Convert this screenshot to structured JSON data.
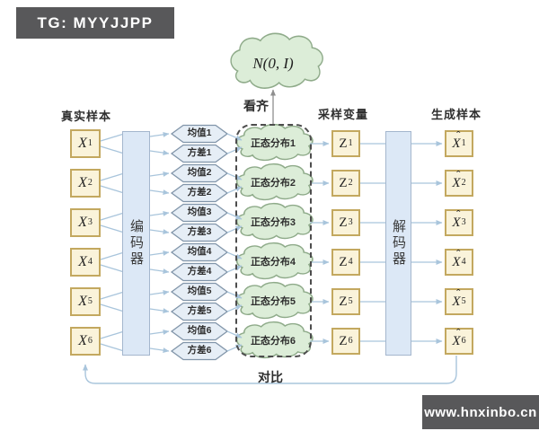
{
  "badges": {
    "top_left": "TG: MYYJJPP",
    "bottom_right": "www.hnxinbo.cn"
  },
  "headers": {
    "real_samples": "真实样本",
    "sampled_variables": "采样变量",
    "generated_samples": "生成样本"
  },
  "prior_cloud": {
    "label": "N(0, I)"
  },
  "annotations": {
    "align": "看齐",
    "compare": "对比"
  },
  "encoder": {
    "label": "编码器"
  },
  "decoder": {
    "label": "解码器"
  },
  "symbols": {
    "input_base": "X",
    "latent_base": "Z",
    "output_base": "X",
    "hat": "ˆ"
  },
  "rows": [
    {
      "n": "1",
      "mean": "均值1",
      "variance": "方差1",
      "distribution": "正态分布1"
    },
    {
      "n": "2",
      "mean": "均值2",
      "variance": "方差2",
      "distribution": "正态分布2"
    },
    {
      "n": "3",
      "mean": "均值3",
      "variance": "方差3",
      "distribution": "正态分布3"
    },
    {
      "n": "4",
      "mean": "均值4",
      "variance": "方差4",
      "distribution": "正态分布4"
    },
    {
      "n": "5",
      "mean": "均值5",
      "variance": "方差5",
      "distribution": "正态分布5"
    },
    {
      "n": "6",
      "mean": "均值6",
      "variance": "方差6",
      "distribution": "正态分布6"
    }
  ],
  "colors": {
    "sample_box_fill": "#faf3da",
    "sample_box_border": "#c3a85f",
    "coder_fill": "#dce8f6",
    "coder_border": "#a4b6cd",
    "hex_fill": "#e6eef6",
    "hex_border": "#8195a9",
    "cloud_fill": "#dcedd8",
    "cloud_border": "#8fab8a",
    "wire": "#a9c5dc",
    "top_arrow": "#8f8f8f",
    "dashed_border": "#4d4d4d",
    "badge_bg": "#58585a",
    "badge_text": "#ffffff"
  }
}
